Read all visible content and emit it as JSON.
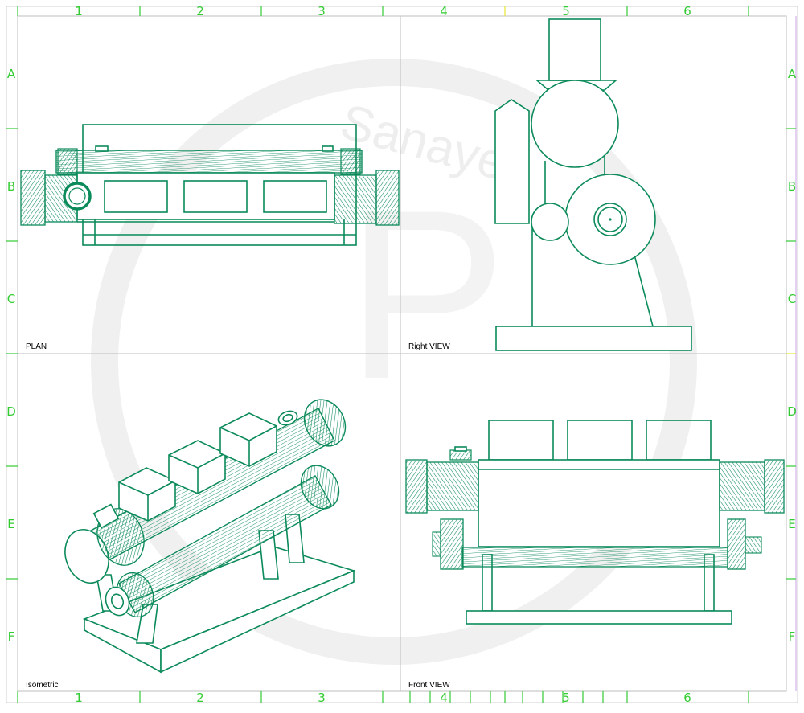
{
  "sheet": {
    "column_labels": [
      "1",
      "2",
      "3",
      "4",
      "5",
      "6"
    ],
    "row_labels": [
      "A",
      "B",
      "C",
      "D",
      "E",
      "F"
    ]
  },
  "views": {
    "plan": "PLAN",
    "right": "Right VIEW",
    "isometric": "Isometric",
    "front": "Front VIEW"
  },
  "colors": {
    "ruler": "#33cc33",
    "drawing": "#0b8a5a",
    "grid": "#bdbdbd",
    "watermark": "#f1f1f1"
  },
  "watermark_text": "Sanaye"
}
